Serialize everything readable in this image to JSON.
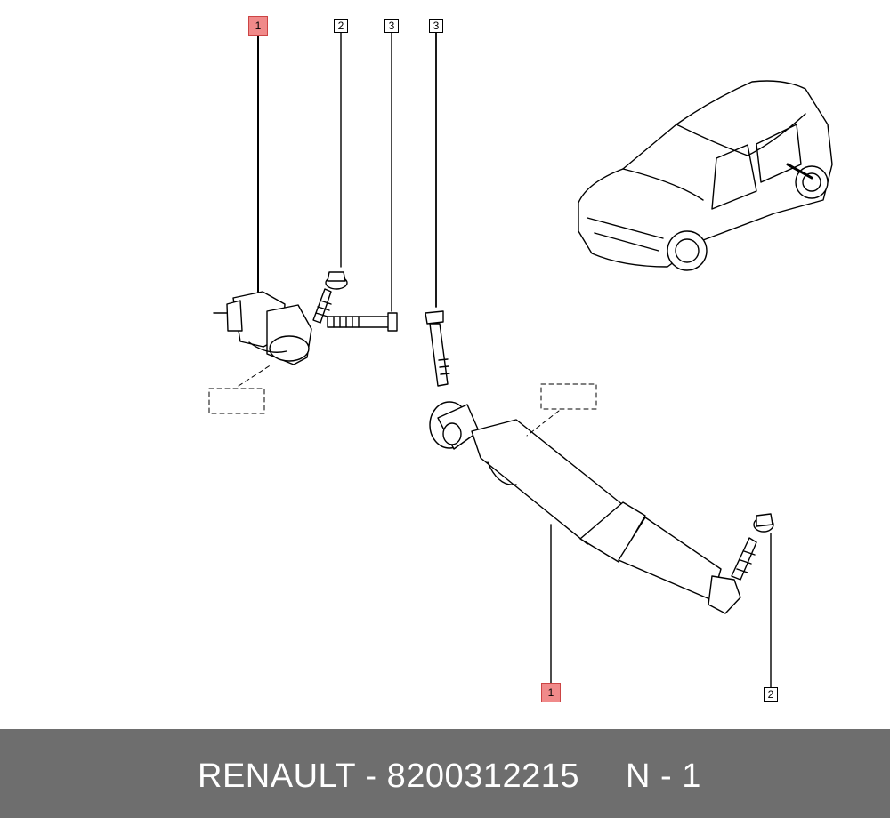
{
  "callouts": {
    "c1_top": "1",
    "c2_top": "2",
    "c3_top_a": "3",
    "c3_top_b": "3",
    "c1_bottom": "1",
    "c2_bottom": "2"
  },
  "footer": {
    "brand": "RENAULT",
    "separator": " - ",
    "part_number": "8200312215",
    "position_code": "N - 1"
  },
  "colors": {
    "highlight": "#f08a8a",
    "footer_bg": "#6e6e6e",
    "footer_text": "#ffffff"
  }
}
